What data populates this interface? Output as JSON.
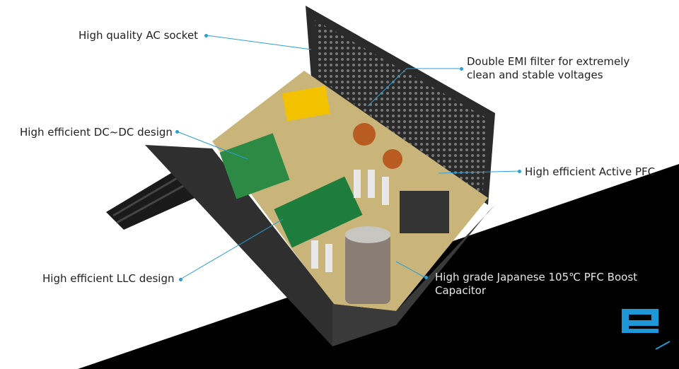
{
  "callouts": [
    {
      "text": "High quality AC socket"
    },
    {
      "text": "Double EMI filter for extremely",
      "text2": "clean and stable voltages"
    },
    {
      "text": "High efficient DC~DC design"
    },
    {
      "text": "High efficient Active PFC"
    },
    {
      "text": "High efficient LLC design"
    },
    {
      "text": "High grade Japanese 105℃ PFC Boost",
      "text2": "Capacitor"
    }
  ],
  "colors": {
    "accent": "#2a9fd8",
    "background": "#ffffff",
    "dark": "#000000"
  }
}
